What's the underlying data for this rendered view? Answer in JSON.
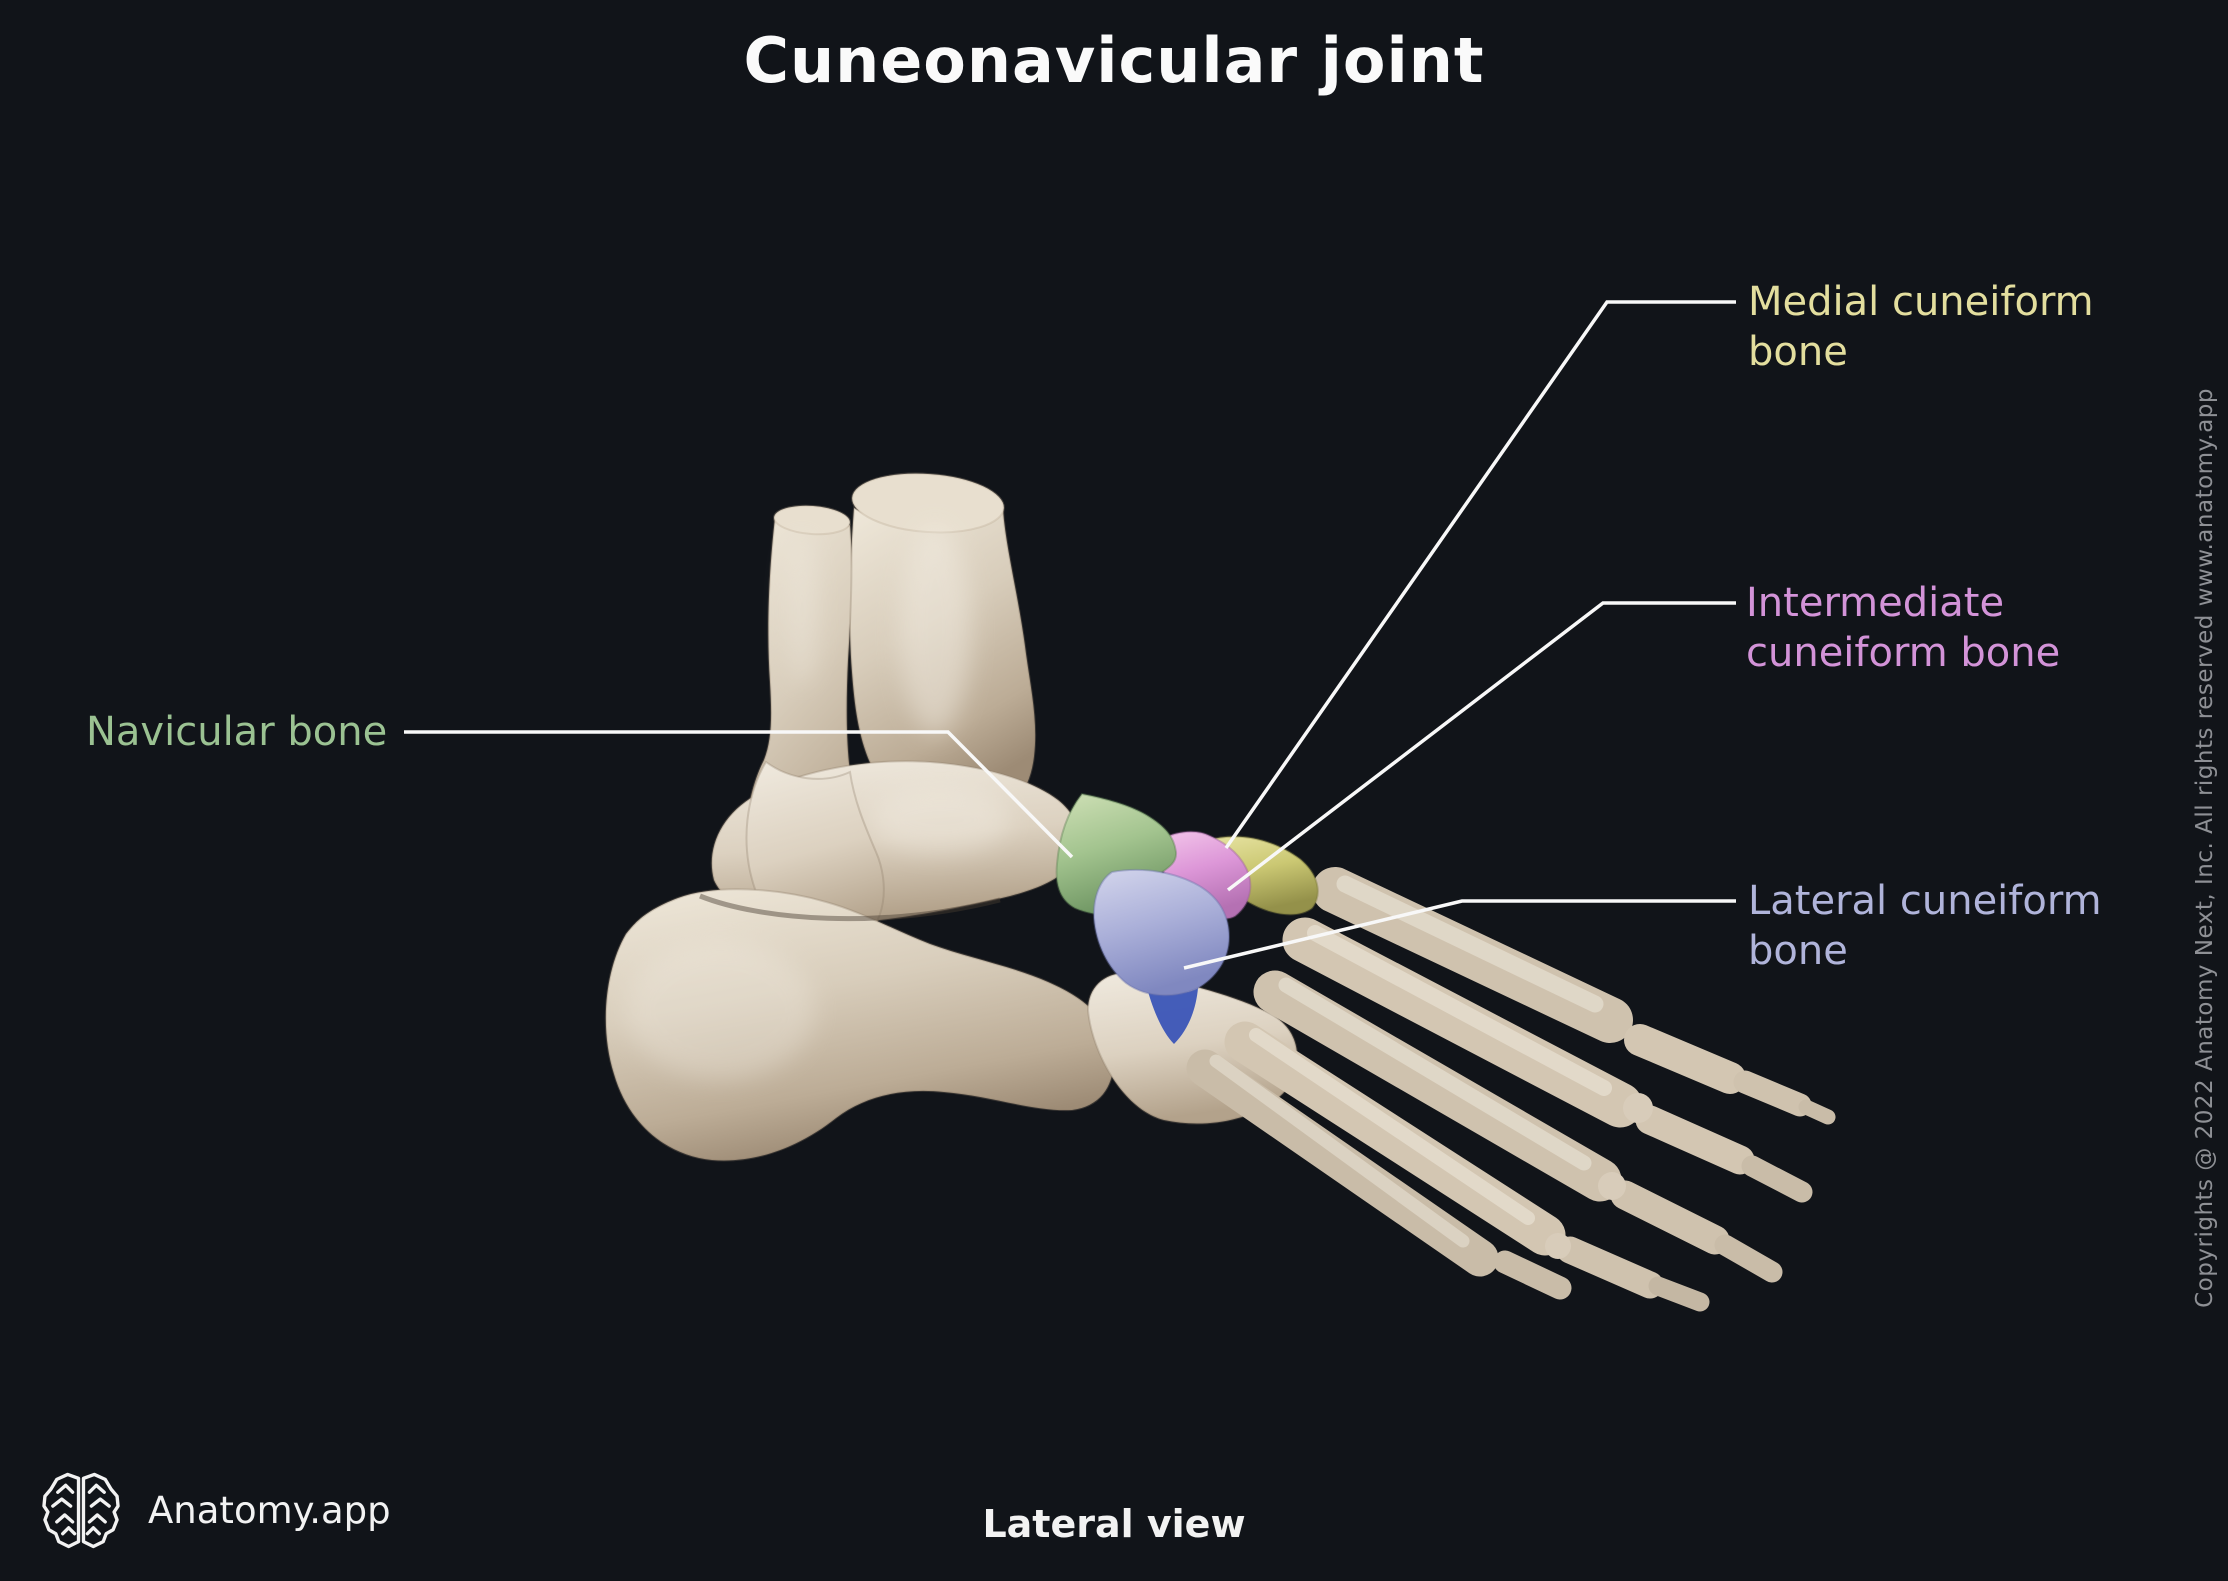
{
  "title": "Cuneonavicular joint",
  "view_label": "Lateral view",
  "brand": {
    "name": "Anatomy.app",
    "logo": "brain-icon"
  },
  "copyright": "Copyrights @ 2022 Anatomy Next, Inc. All rights reserved www.anatomy.app",
  "colors": {
    "background": "#111419",
    "title_text": "#fafafa",
    "footer_text": "#f2f2f2",
    "copyright_text": "#8e9095",
    "leader_line": "#f8f8f8",
    "bone_base": "#d7cbb9"
  },
  "labels": {
    "navicular": {
      "line1": "Navicular bone",
      "line2": "",
      "color": "#9bc292",
      "highlight_color": "#a3c48f"
    },
    "medial_cuneiform": {
      "line1": "Medial cuneiform",
      "line2": "bone",
      "color": "#e3de9e",
      "highlight_color": "#cbc873"
    },
    "intermediate_cuneiform": {
      "line1": "Intermediate",
      "line2": "cuneiform bone",
      "color": "#d393d8",
      "highlight_color": "#dd97d8"
    },
    "lateral_cuneiform": {
      "line1": "Lateral cuneiform",
      "line2": "bone",
      "color": "#b0b4da",
      "highlight_color": "#abb0d9"
    }
  }
}
